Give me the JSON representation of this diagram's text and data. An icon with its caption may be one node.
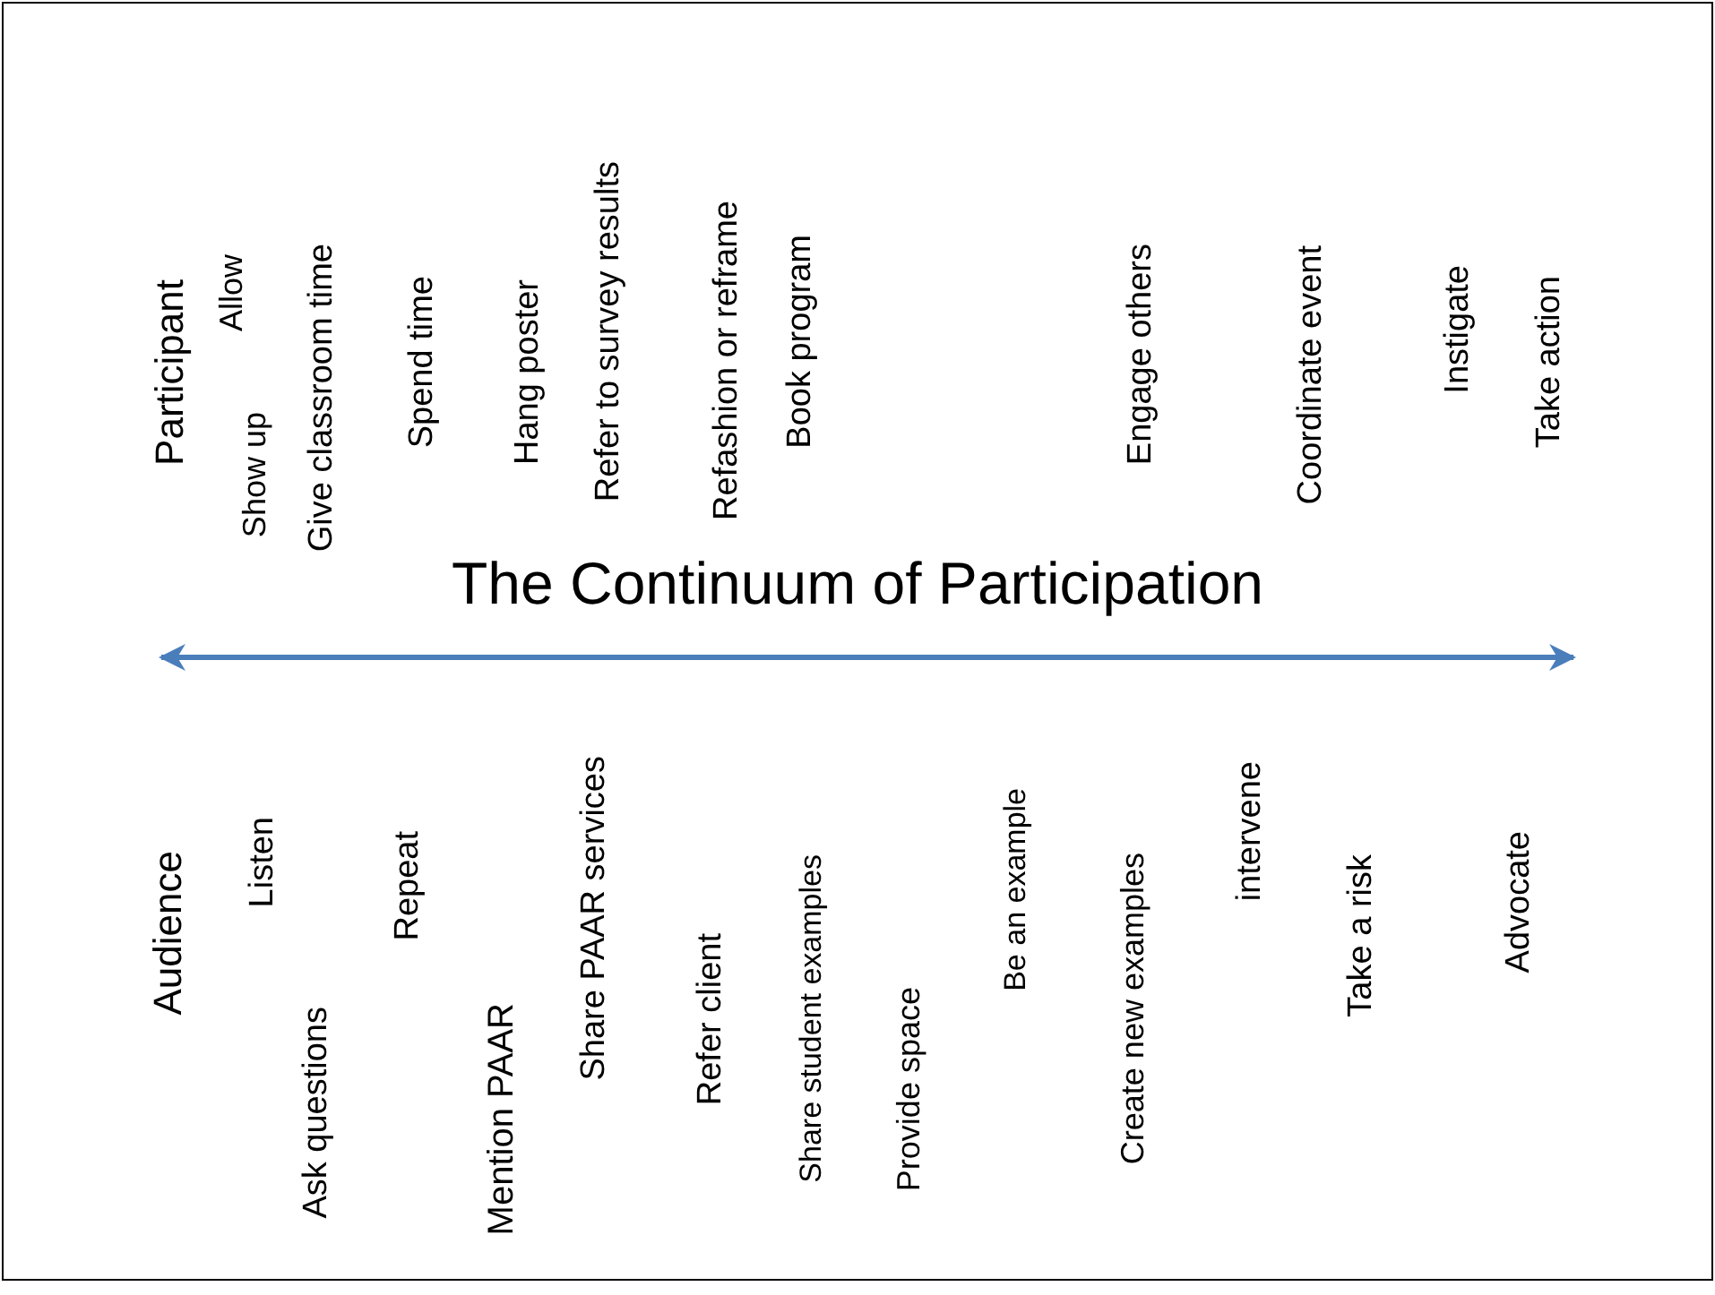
{
  "diagram": {
    "title": "The Continuum of Participation",
    "labels": [
      "Participant",
      "Allow",
      "Show up",
      "Give classroom time",
      "Spend time",
      "Hang poster",
      "Refer to survey results",
      "Refashion or reframe",
      "Book program",
      "Engage others",
      "Coordinate event",
      "Instigate",
      "Take action",
      "Audience",
      "Listen",
      "Ask questions",
      "Repeat",
      "Mention PAAR",
      "Share PAAR services",
      "Refer client",
      "Share student examples",
      "Provide space",
      "Be an example",
      "Create new examples",
      "intervene",
      "Take a risk",
      "Advocate"
    ]
  }
}
